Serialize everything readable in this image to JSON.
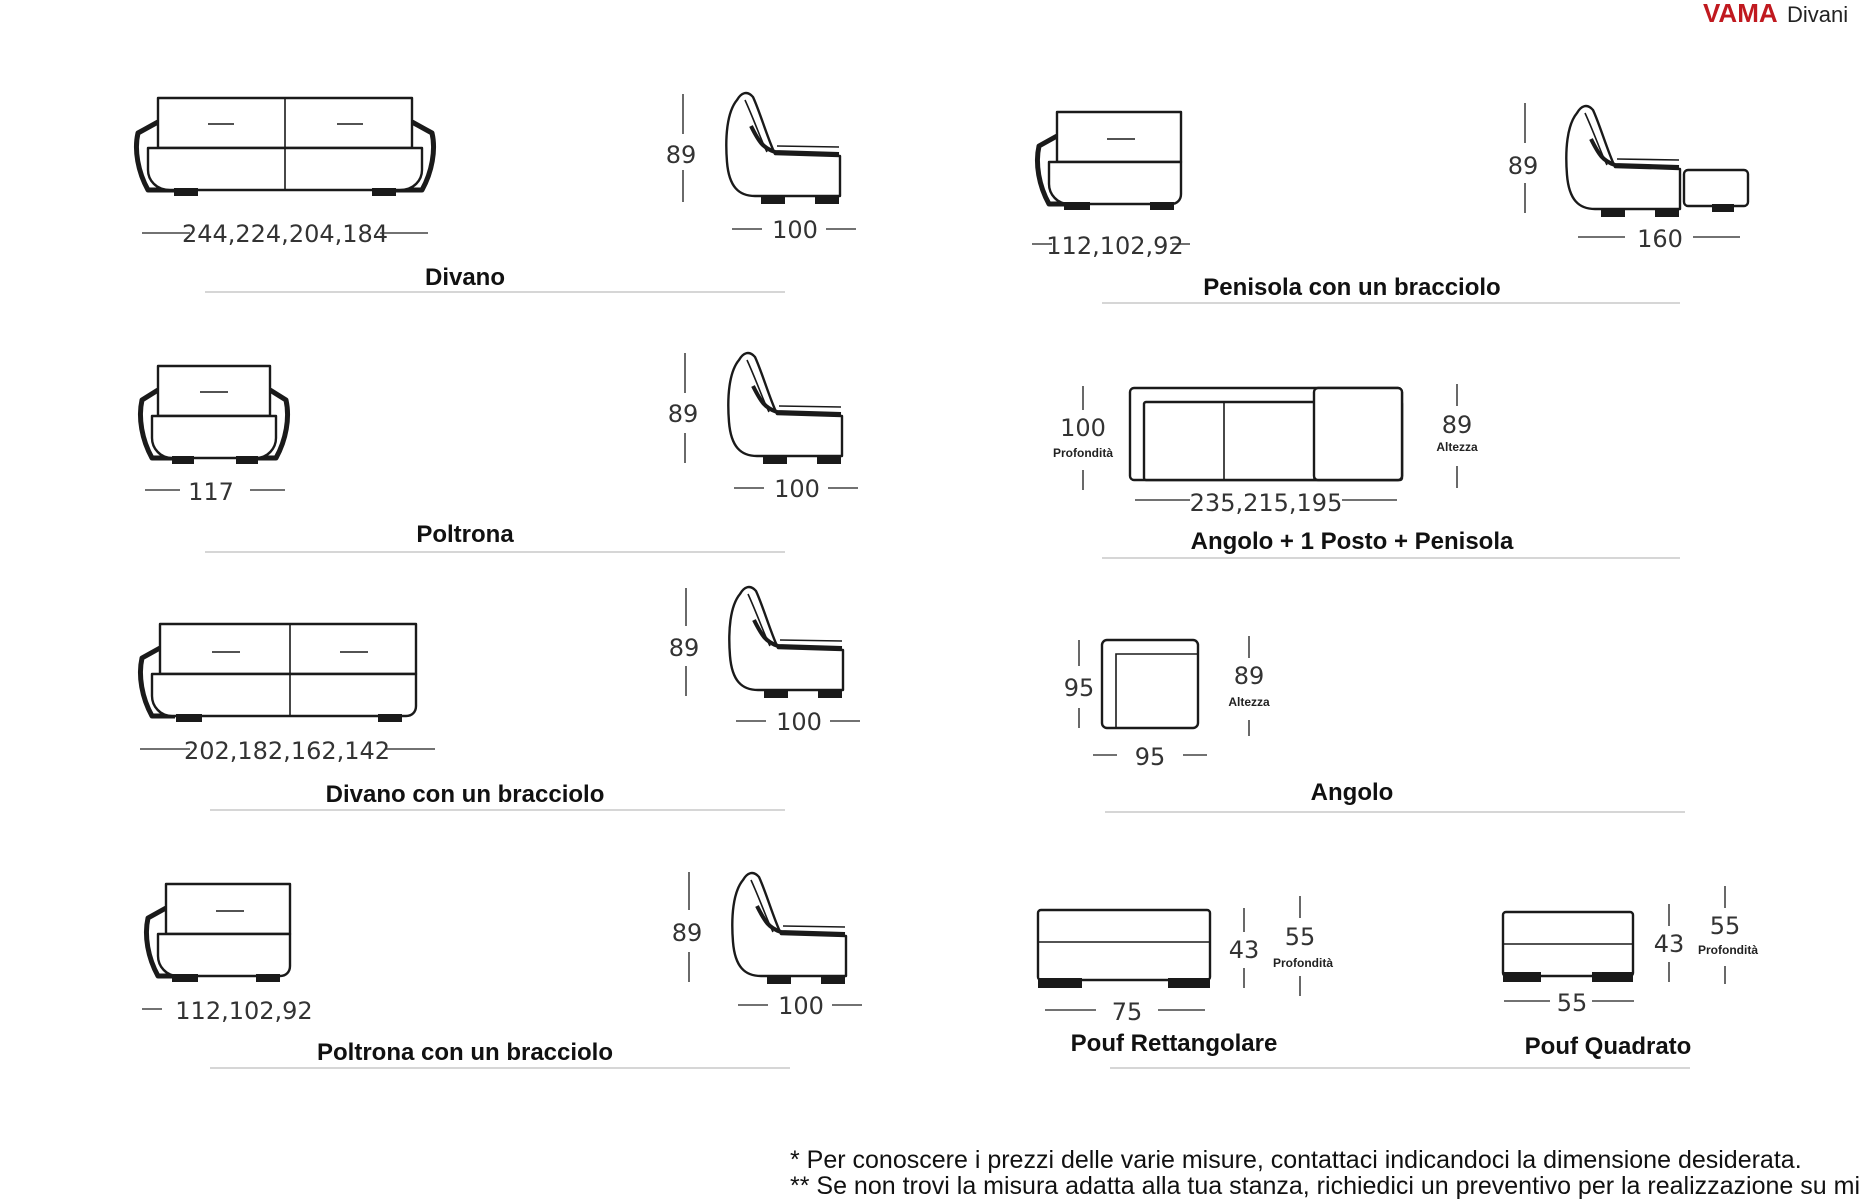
{
  "brand": {
    "name": "VAMA",
    "suffix": "Divani",
    "color": "#c0191f"
  },
  "items": {
    "divano": {
      "label": "Divano",
      "width": "244,224,204,184",
      "height": "89",
      "depth": "100"
    },
    "poltrona": {
      "label": "Poltrona",
      "width": "117",
      "height": "89",
      "depth": "100"
    },
    "divano_bracciolo": {
      "label": "Divano con un bracciolo",
      "width": "202,182,162,142",
      "height": "89",
      "depth": "100"
    },
    "poltrona_bracciolo": {
      "label": "Poltrona con un bracciolo",
      "width": "112,102,92",
      "height": "89",
      "depth": "100"
    },
    "penisola": {
      "label": "Penisola con un bracciolo",
      "width": "112,102,92",
      "height": "89",
      "depth": "160"
    },
    "angolo_penisola": {
      "label": "Angolo + 1 Posto + Penisola",
      "width": "235,215,195",
      "depth": "100",
      "depth_label": "Profondità",
      "height": "89",
      "height_label": "Altezza"
    },
    "angolo": {
      "label": "Angolo",
      "side": "95",
      "width": "95",
      "height": "89",
      "height_label": "Altezza"
    },
    "pouf_rett": {
      "label": "Pouf Rettangolare",
      "width": "75",
      "height": "43",
      "depth": "55",
      "depth_label": "Profondità"
    },
    "pouf_quad": {
      "label": "Pouf Quadrato",
      "width": "55",
      "height": "43",
      "depth": "55",
      "depth_label": "Profondità"
    }
  },
  "notes": [
    "* Per conoscere i prezzi delle varie misure, contattaci indicandoci la dimensione desiderata.",
    "** Se non trovi la misura adatta alla tua stanza, richiedici un preventivo per la realizzazione su misura."
  ]
}
